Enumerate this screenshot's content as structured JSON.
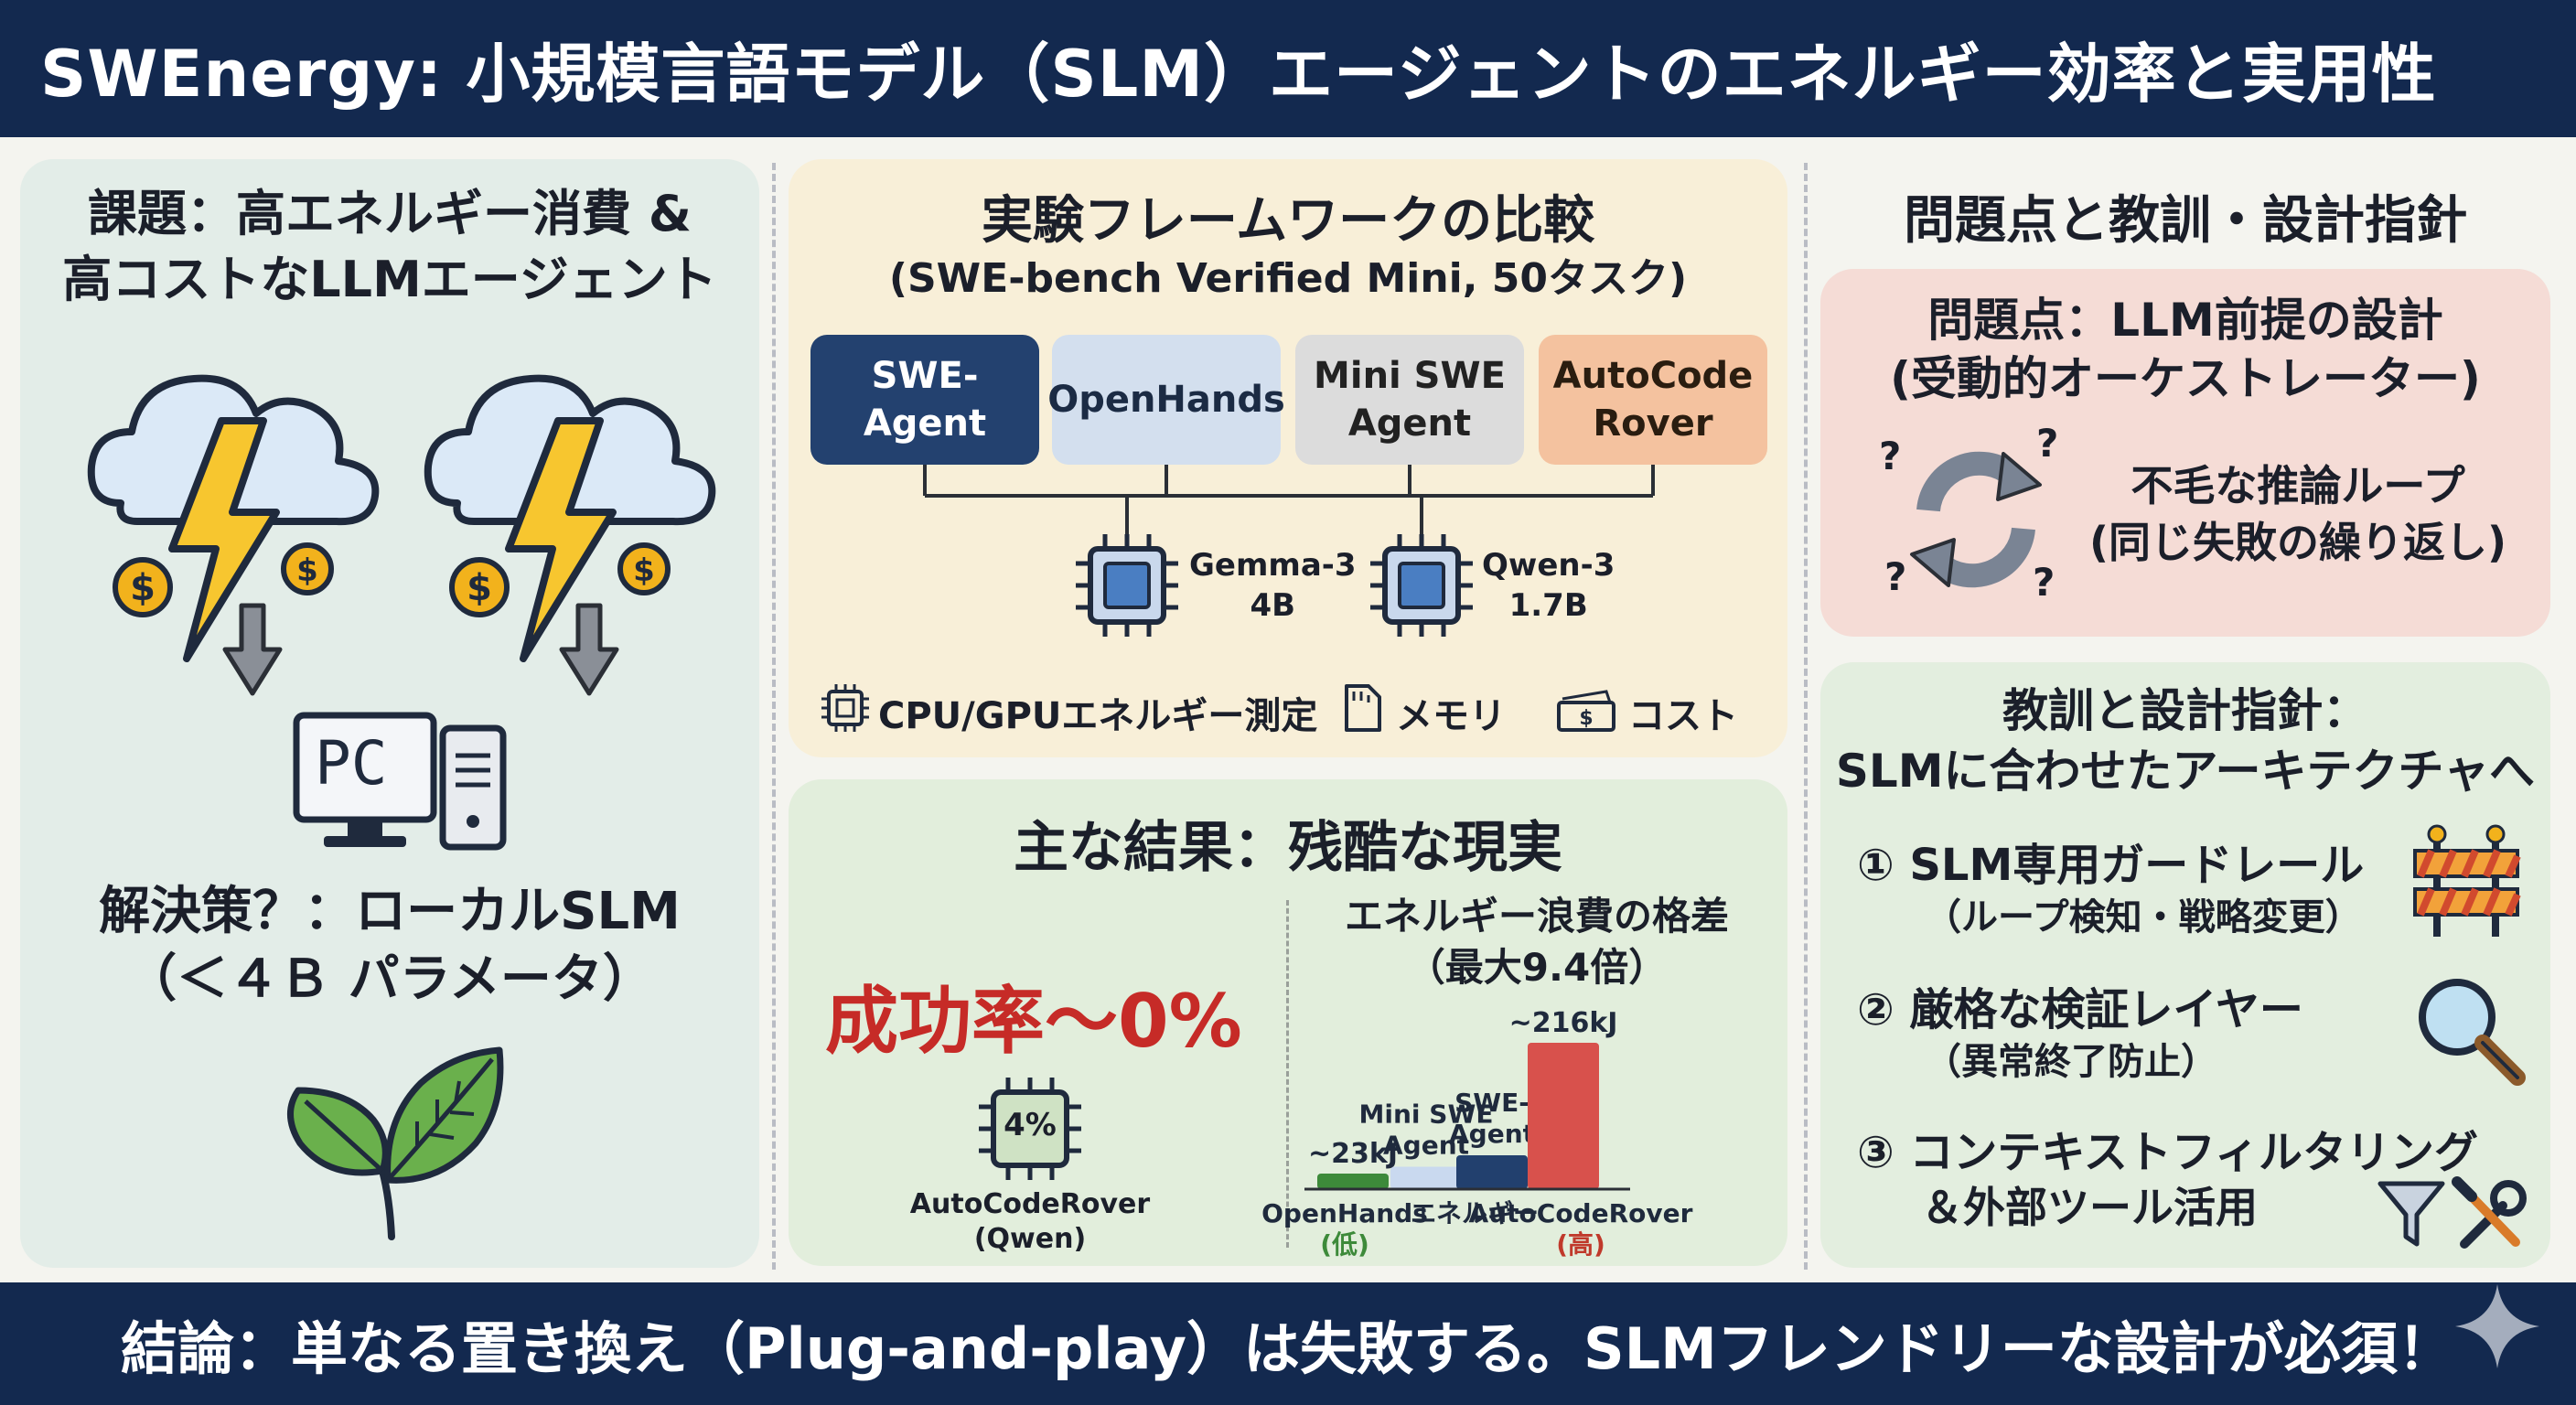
{
  "header": {
    "title": "SWEnergy: 小規模言語モデル（SLM）エージェントのエネルギー効率と実用性"
  },
  "left": {
    "title_line1": "課題：高エネルギー消費 &",
    "title_line2": "高コストなLLMエージェント",
    "pc_label": "PC",
    "solution_line1": "解決策？：ローカルSLM",
    "solution_line2": "（＜４Ｂ パラメータ）"
  },
  "experiment": {
    "title": "実験フレームワークの比較",
    "subtitle": "(SWE-bench Verified Mini, 50タスク)",
    "frameworks": [
      "SWE-\nAgent",
      "OpenHands",
      "Mini SWE\nAgent",
      "AutoCode\nRover"
    ],
    "models": [
      {
        "name": "Gemma-3",
        "size": "4B"
      },
      {
        "name": "Qwen-3",
        "size": "1.7B"
      }
    ],
    "metrics": [
      "CPU/GPUエネルギー測定",
      "メモリ",
      "コスト"
    ]
  },
  "results": {
    "title": "主な結果：残酷な現実",
    "success_rate": "成功率〜0%",
    "chip_value": "4%",
    "chip_caption_line1": "AutoCodeRover",
    "chip_caption_line2": "(Qwen)",
    "energy_title_line1": "エネルギー浪費の格差",
    "energy_title_line2": "（最大9.4倍）"
  },
  "chart_data": {
    "type": "bar",
    "title": "エネルギー浪費の格差",
    "subtitle": "（最大9.4倍）",
    "categories": [
      "OpenHands",
      "Mini SWE Agent",
      "SWE-Agent",
      "AutoCodeRover"
    ],
    "values": [
      23,
      33,
      50,
      216
    ],
    "value_labels": [
      "~23kJ",
      "",
      "",
      "~216kJ"
    ],
    "colors": [
      "#3d8a3a",
      "#c9d9ef",
      "#22406e",
      "#d8514c"
    ],
    "bar_labels": [
      "",
      "Mini SWE\nAgent",
      "SWE-\nAgent",
      ""
    ],
    "xlabels": [
      "OpenHands",
      "エネルギー",
      "AutoCodeRover"
    ],
    "xlabel_notes": [
      "(低)",
      "",
      "(高)"
    ],
    "note_colors": [
      "#3d8a3a",
      "",
      "#c0392b"
    ],
    "unit": "kJ",
    "ylim": [
      0,
      230
    ]
  },
  "problems": {
    "title": "問題点と教訓・設計指針",
    "box_title_line1": "問題点：LLM前提の設計",
    "box_title_line2": "(受動的オーケストレーター)",
    "loop_line1": "不毛な推論ループ",
    "loop_line2": "(同じ失敗の繰り返し)",
    "q": "?"
  },
  "lessons": {
    "title_line1": "教訓と設計指針：",
    "title_line2": "SLMに合わせたアーキテクチャへ",
    "items": [
      {
        "line1": "① SLM専用ガードレール",
        "line2": "（ループ検知・戦略変更）"
      },
      {
        "line1": "② 厳格な検証レイヤー",
        "line2": "（異常終了防止）"
      },
      {
        "line1": "③ コンテキストフィルタリング",
        "line2": "＆外部ツール活用"
      }
    ]
  },
  "footer": {
    "text": "結論：単なる置き換え（Plug-and-play）は失敗する。SLMフレンドリーな設計が必須！"
  }
}
